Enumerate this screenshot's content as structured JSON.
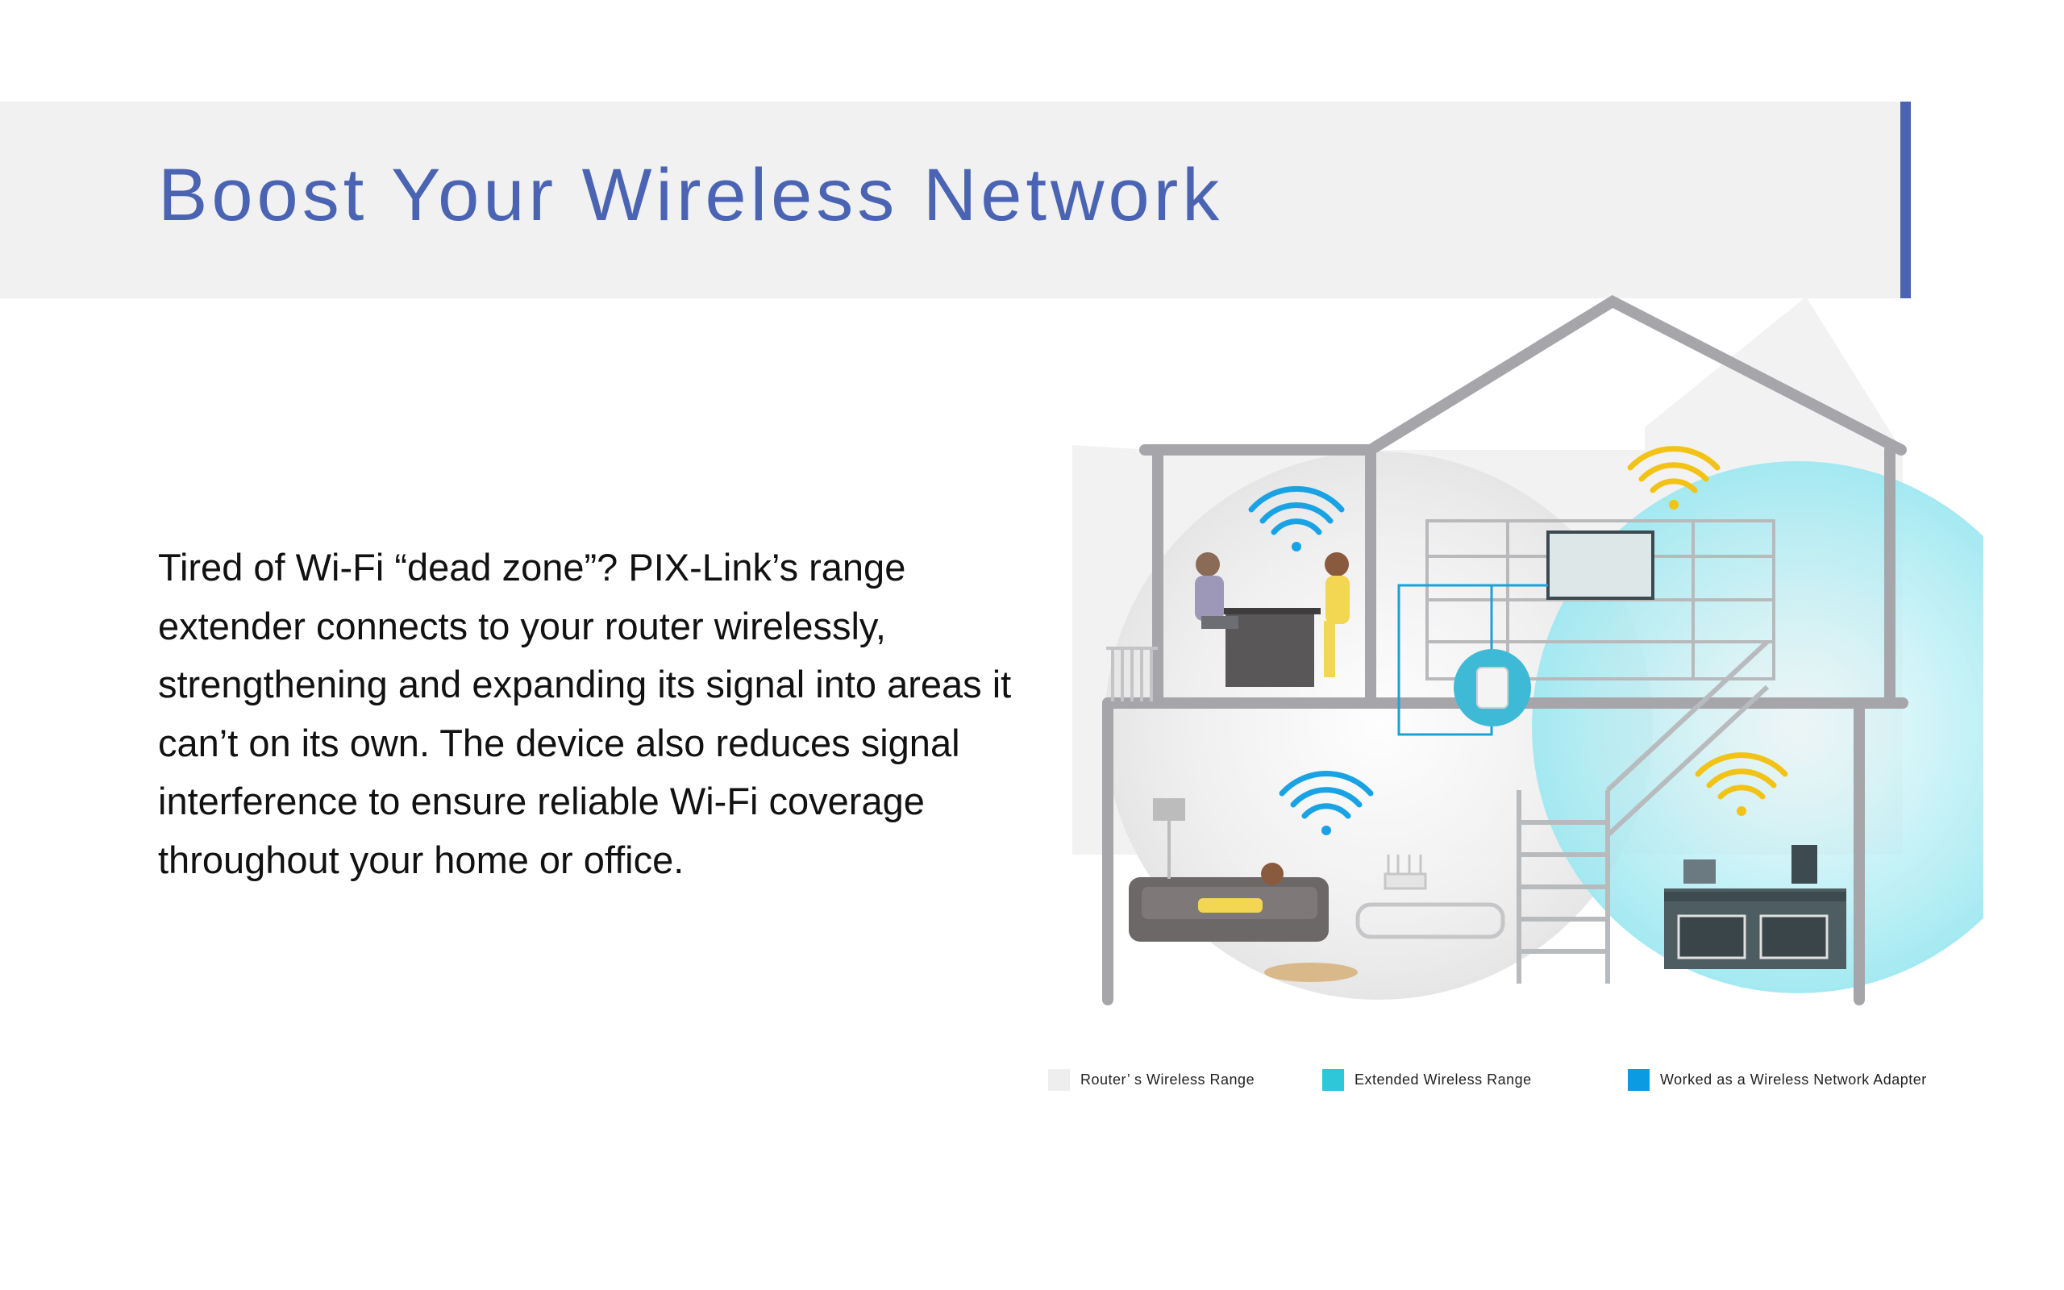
{
  "title": "Boost Your Wireless Network",
  "description": "Tired of Wi-Fi “dead zone”? PIX-Link’s range extender connects to your router wirelessly, strengthening and expanding its signal into areas it can’t on its own. The device also reduces signal interference to ensure reliable Wi-Fi coverage throughout your home or office.",
  "colors": {
    "accent": "#4a64b3",
    "header_band": "#f1f1f1",
    "router_range": "#eeeeee",
    "extended_range": "#2ec6d9",
    "adapter": "#0b9be3",
    "wifi_blue": "#1aa3e4",
    "wifi_yellow": "#f2c316"
  },
  "legend": [
    {
      "label": "Router’ s Wireless Range",
      "color": "#eeeeee"
    },
    {
      "label": "Extended Wireless Range",
      "color": "#2ec6d9"
    },
    {
      "label": "Worked as a Wireless Network Adapter",
      "color": "#0b9be3"
    }
  ],
  "illustration": {
    "icons": [
      "house-icon",
      "wifi-icon",
      "range-extender-icon",
      "router-icon",
      "sofa-icon",
      "stove-icon",
      "staircase-icon"
    ]
  }
}
